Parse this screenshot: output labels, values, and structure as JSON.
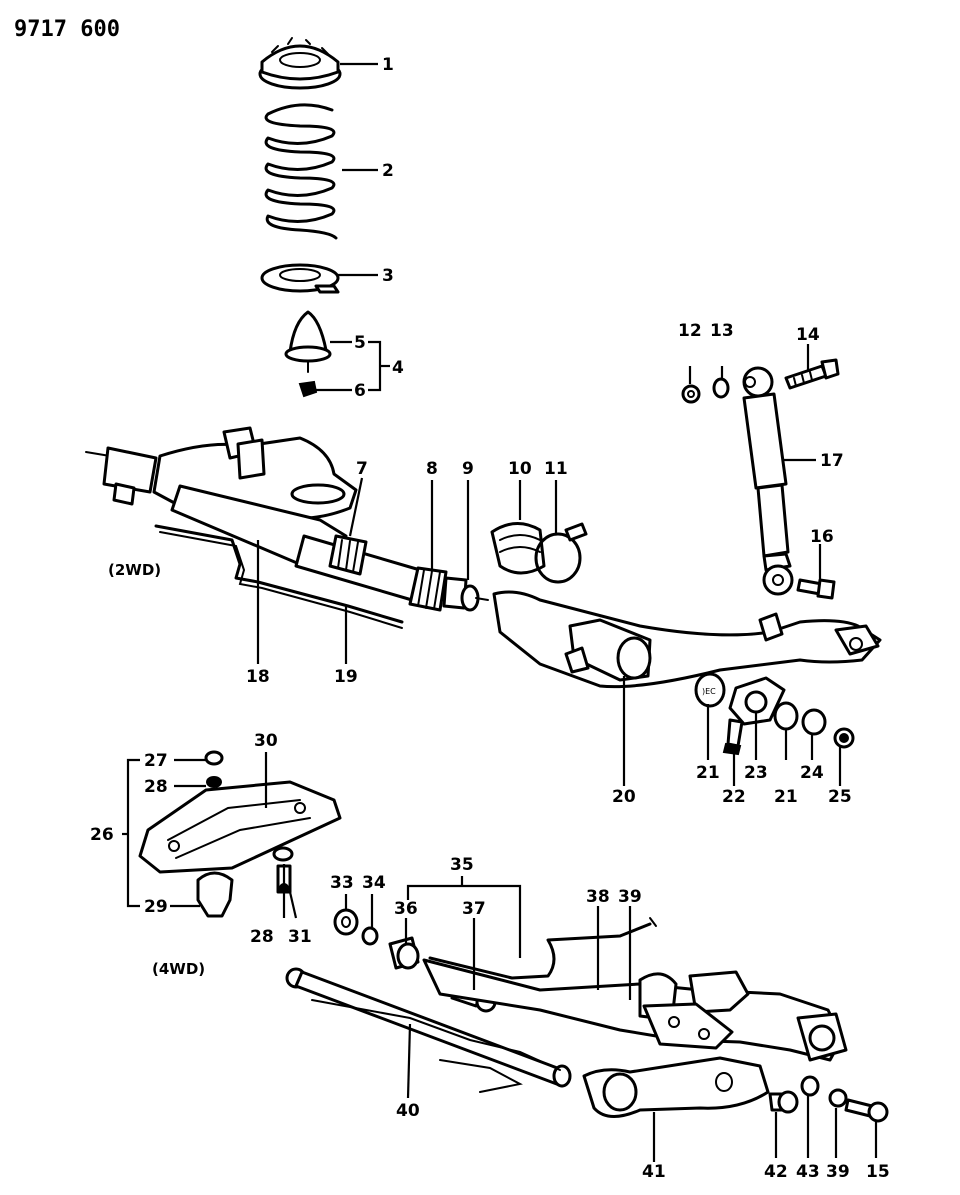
{
  "figure_number": "9717 600",
  "variant_labels": {
    "two_wd": "(2WD)",
    "four_wd": "(4WD)"
  },
  "callouts": {
    "c1": "1",
    "c2": "2",
    "c3": "3",
    "c4": "4",
    "c5": "5",
    "c6": "6",
    "c7": "7",
    "c8": "8",
    "c9": "9",
    "c10": "10",
    "c11": "11",
    "c12": "12",
    "c13": "13",
    "c14": "14",
    "c15": "15",
    "c16": "16",
    "c17": "17",
    "c18": "18",
    "c19": "19",
    "c20": "20",
    "c21a": "21",
    "c21b": "21",
    "c22": "22",
    "c23": "23",
    "c24": "24",
    "c25": "25",
    "c26": "26",
    "c27": "27",
    "c28a": "28",
    "c28b": "28",
    "c29": "29",
    "c30": "30",
    "c31": "31",
    "c33": "33",
    "c34": "34",
    "c35": "35",
    "c36": "36",
    "c37": "37",
    "c38": "38",
    "c39a": "39",
    "c39b": "39",
    "c40": "40",
    "c41": "41",
    "c42": "42",
    "c43": "43"
  }
}
